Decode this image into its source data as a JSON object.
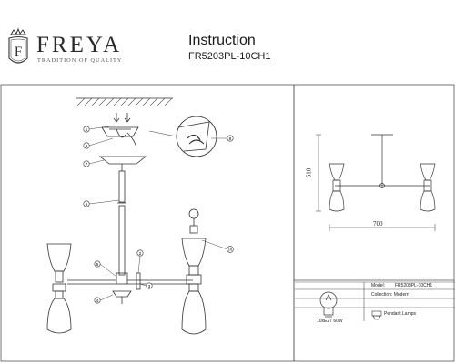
{
  "brand": {
    "name": "FREYA",
    "tagline": "TRADITION OF QUALITY",
    "emblem_letter": "F"
  },
  "document": {
    "title": "Instruction",
    "model_code": "FR5203PL-10CH1"
  },
  "dimensions": {
    "height": "510",
    "width": "700"
  },
  "callouts": [
    "1",
    "2",
    "3",
    "4",
    "5",
    "6",
    "7",
    "8",
    "9",
    "10"
  ],
  "spec": {
    "model_label": "Model:",
    "model_value": "FR5203PL-10CH1",
    "collection_label": "Collection: Modern",
    "bulb_spec": "10xE27 60W",
    "category": "Pendant Lamps"
  },
  "colors": {
    "line": "#333333",
    "frame": "#555555"
  }
}
